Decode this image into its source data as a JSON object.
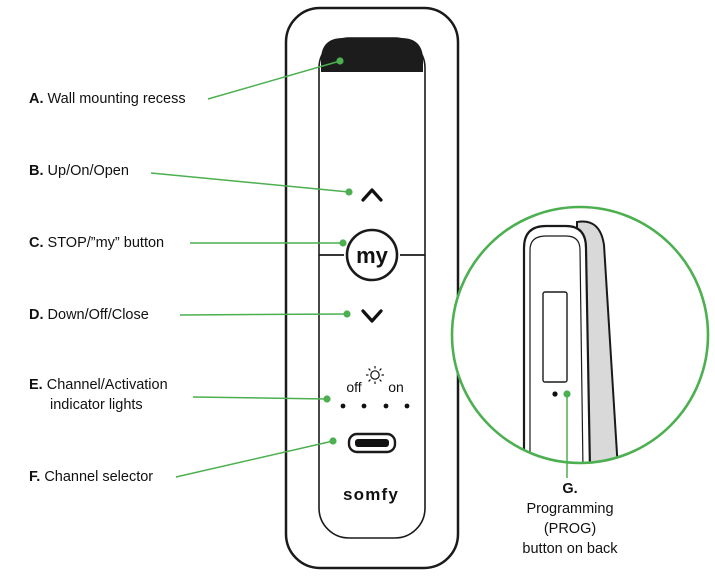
{
  "labels": {
    "a": {
      "letter": "A.",
      "text": "Wall mounting recess"
    },
    "b": {
      "letter": "B.",
      "text": "Up/On/Open"
    },
    "c": {
      "letter": "C.",
      "text": "STOP/”my” button"
    },
    "d": {
      "letter": "D.",
      "text": "Down/Off/Close"
    },
    "e": {
      "letter": "E.",
      "text": "Channel/Activation",
      "text2": "indicator lights"
    },
    "f": {
      "letter": "F.",
      "text": "Channel selector"
    },
    "g": {
      "letter": "G.",
      "line1": "Programming",
      "line2": "(PROG)",
      "line3": "button on back"
    }
  },
  "remote": {
    "my_label": "my",
    "off_label": "off",
    "on_label": "on",
    "brand": "somfy"
  },
  "colors": {
    "leader_line": "#4caf50",
    "zoom_circle": "#4caf50",
    "remote_outline": "#1a1a1a",
    "recess": "#1c1c1c",
    "side_panel": "#d9d9d9"
  },
  "icons": [
    "chevron-up-icon",
    "chevron-down-icon",
    "sun-icon"
  ]
}
